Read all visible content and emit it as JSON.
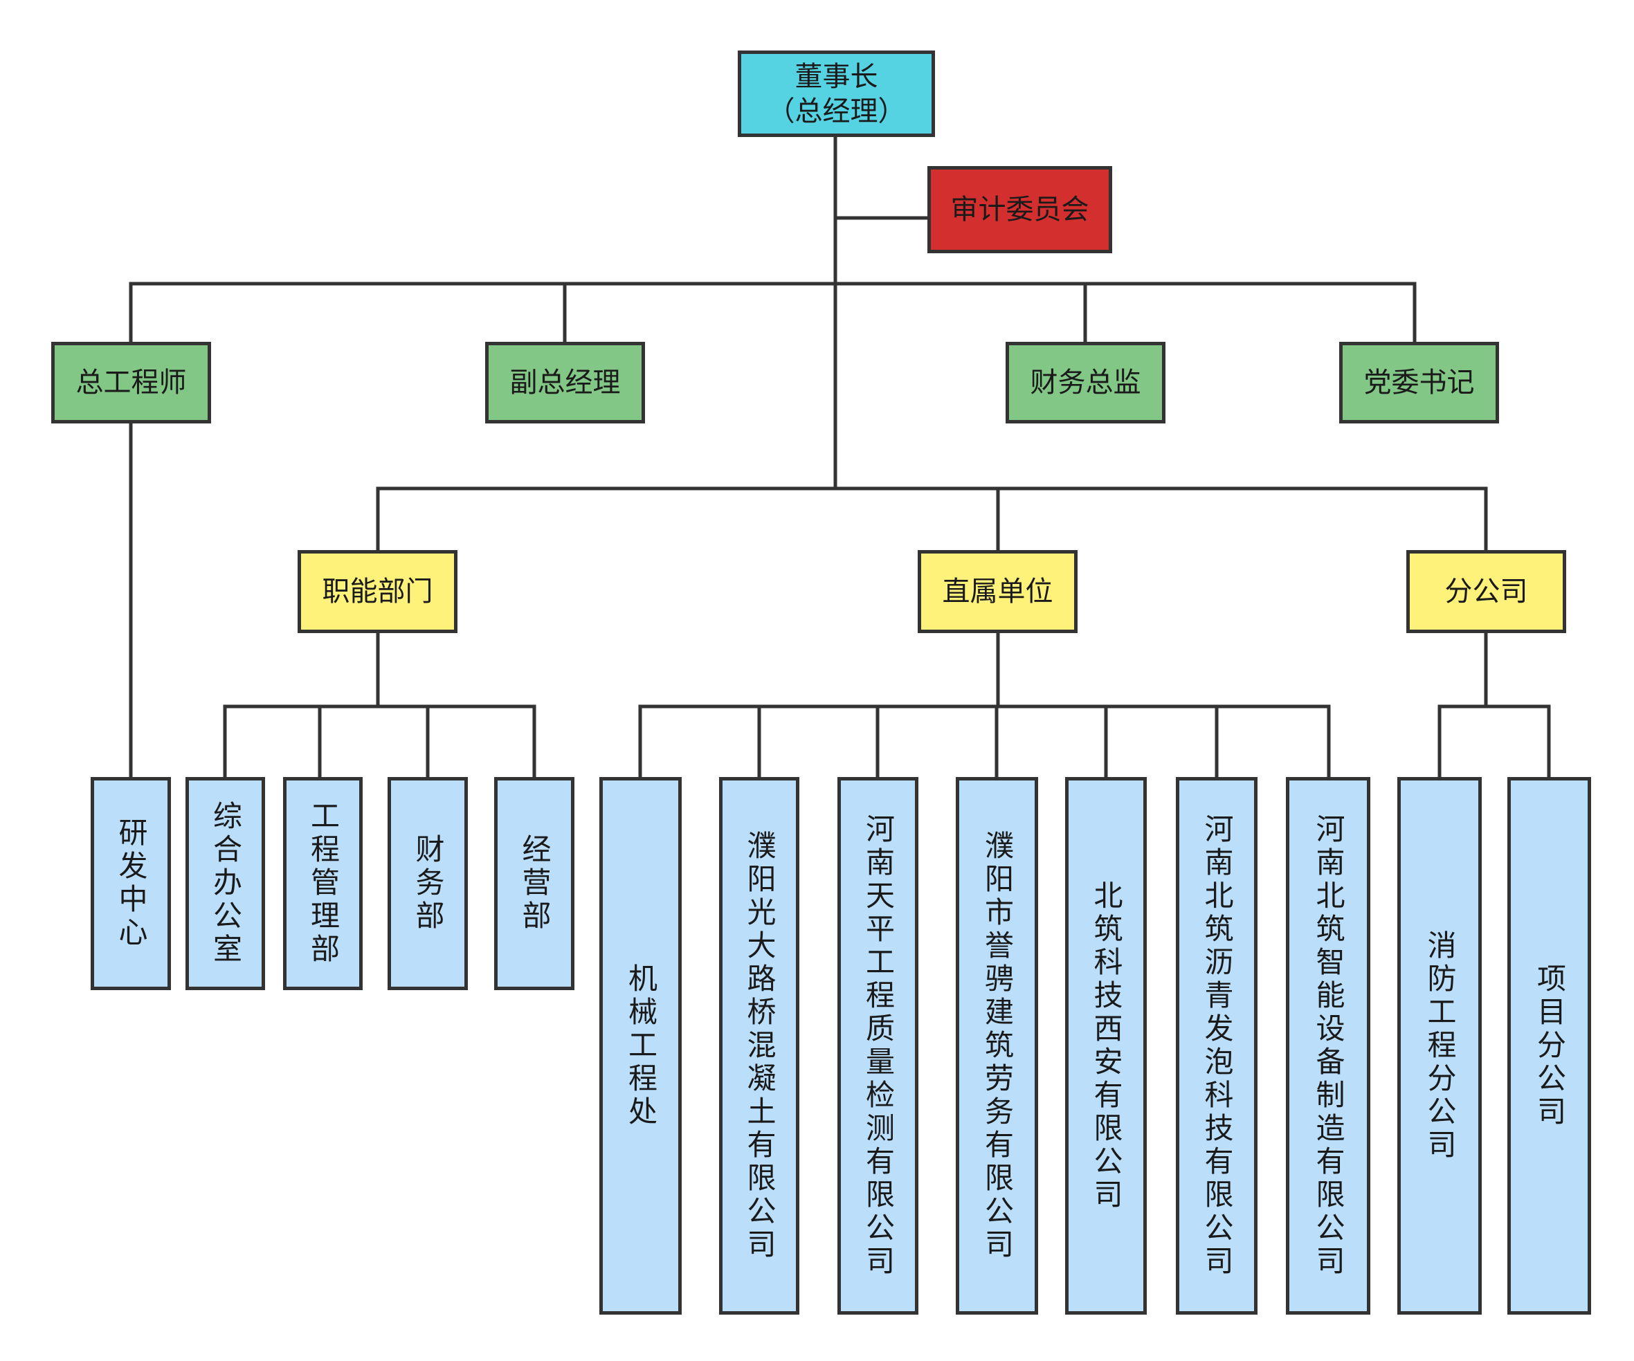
{
  "colors": {
    "top": "#56d3e3",
    "audit": "#d32f2f",
    "executive": "#82c785",
    "group": "#fff27a",
    "unit": "#bbdefb",
    "line": "#333333"
  },
  "nodes": {
    "chairman_line1": "董事长",
    "chairman_line2": "（总经理）",
    "audit": "审计委员会",
    "chief_engineer": "总工程师",
    "deputy_gm": "副总经理",
    "cfo": "财务总监",
    "party_secretary": "党委书记",
    "functional": "职能部门",
    "direct_units": "直属单位",
    "branches": "分公司",
    "rd_center": "研发中心",
    "general_office": "综合办公室",
    "engineering_mgmt": "工程管理部",
    "finance_dept": "财务部",
    "business_dept": "经营部",
    "machinery": "机械工程处",
    "guangda": "濮阳光大路桥混凝土有限公司",
    "tianping": "河南天平工程质量检测有限公司",
    "yupin": "濮阳市誉骋建筑劳务有限公司",
    "beizhu_xian": "北筑科技西安有限公司",
    "beizhu_asphalt": "河南北筑沥青发泡科技有限公司",
    "beizhu_smart": "河南北筑智能设备制造有限公司",
    "fire_branch": "消防工程分公司",
    "project_branch": "项目分公司"
  }
}
